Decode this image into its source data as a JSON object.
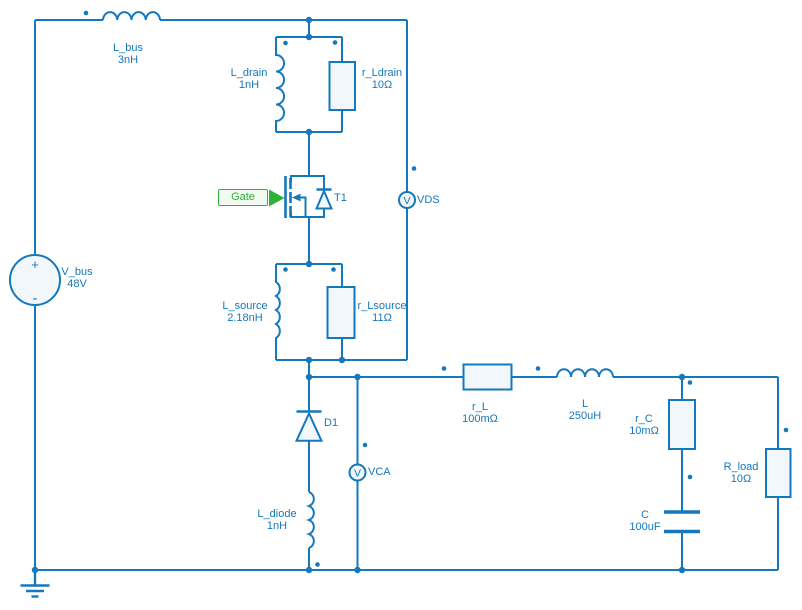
{
  "colors": {
    "wire": "#1478bd",
    "component_fill": "#f2f7fc",
    "gate_green": "#2eb137",
    "gate_fill": "#f2fbf2",
    "background": "#ffffff"
  },
  "components": {
    "v_bus": {
      "label": "V_bus",
      "value": "48V",
      "plus": "+",
      "minus": "-"
    },
    "l_bus": {
      "label": "L_bus",
      "value": "3nH"
    },
    "l_drain": {
      "label": "L_drain",
      "value": "1nH"
    },
    "r_ldrain": {
      "label": "r_Ldrain",
      "value": "10Ω"
    },
    "t1": {
      "label": "T1"
    },
    "l_source": {
      "label": "L_source",
      "value": "2.18nH"
    },
    "r_lsource": {
      "label": "r_Lsource",
      "value": "11Ω"
    },
    "d1": {
      "label": "D1"
    },
    "l_diode": {
      "label": "L_diode",
      "value": "1nH"
    },
    "r_l": {
      "label": "r_L",
      "value": "100mΩ"
    },
    "l_out": {
      "label": "L",
      "value": "250uH"
    },
    "r_c": {
      "label": "r_C",
      "value": "10mΩ"
    },
    "c_out": {
      "label": "C",
      "value": "100uF"
    },
    "r_load": {
      "label": "R_load",
      "value": "10Ω"
    }
  },
  "ports": {
    "gate": {
      "label": "Gate"
    }
  },
  "meters": {
    "vds": {
      "label": "VDS",
      "glyph": "V"
    },
    "vca": {
      "label": "VCA",
      "glyph": "V"
    }
  }
}
